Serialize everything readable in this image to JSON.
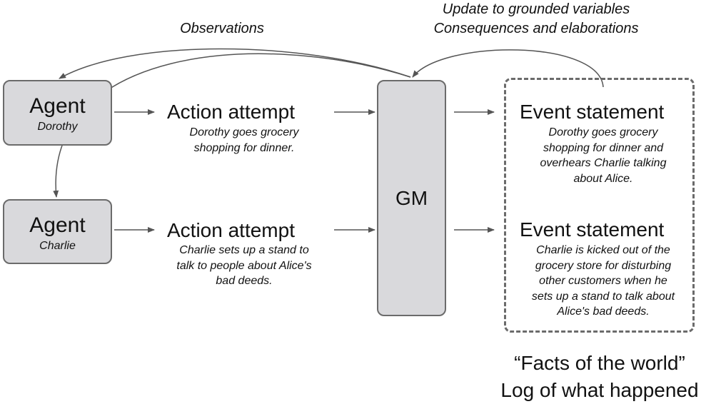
{
  "labels": {
    "observations": "Observations",
    "updates": [
      "Update to grounded variables",
      "Consequences and elaborations"
    ]
  },
  "agents": [
    {
      "title": "Agent",
      "name": "Dorothy"
    },
    {
      "title": "Agent",
      "name": "Charlie"
    }
  ],
  "actions": [
    {
      "heading": "Action attempt",
      "text": "Dorothy goes grocery\nshopping for dinner."
    },
    {
      "heading": "Action attempt",
      "text": "Charlie sets up a stand to\ntalk to people about Alice's\nbad deeds."
    }
  ],
  "gm": {
    "label": "GM"
  },
  "events": [
    {
      "heading": "Event statement",
      "text": "Dorothy goes grocery\nshopping for dinner and\noverhears Charlie talking\nabout Alice."
    },
    {
      "heading": "Event statement",
      "text": "Charlie is kicked out of the\ngrocery store for disturbing\nother customers when he\nsets up a stand to talk about\nAlice's bad deeds."
    }
  ],
  "facts": {
    "line1": "“Facts of the world”",
    "line2": "Log of what happened"
  },
  "colors": {
    "box_fill": "#d9d9dc",
    "box_border": "#6b6b6b",
    "arrow": "#555555"
  }
}
